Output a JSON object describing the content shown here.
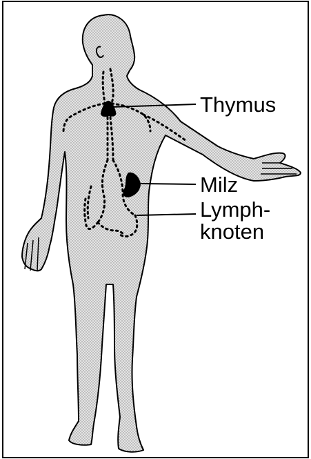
{
  "labels": {
    "thymus": "Thymus",
    "milz": "Milz",
    "lymph_line1": "Lymph-",
    "lymph_line2": "knoten"
  },
  "colors": {
    "ink": "#000000",
    "background": "#ffffff",
    "body_fill": "#d9d9d9"
  }
}
